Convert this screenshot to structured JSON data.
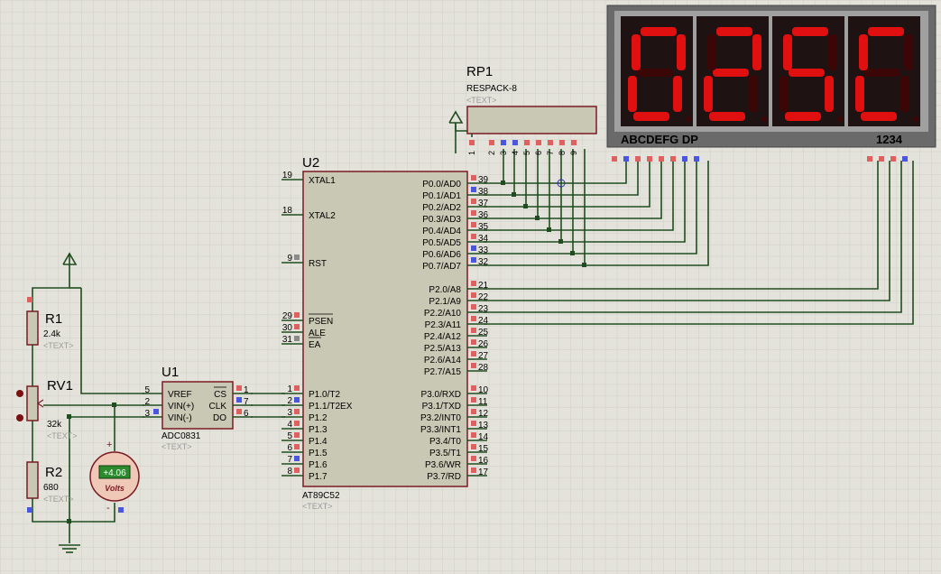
{
  "colors": {
    "background": "#e4e3db",
    "grid": "#cfcec5",
    "wire": "#1f4d1f",
    "body": "#c9c8b4",
    "body_stroke": "#7a1a22",
    "pin_red": "#e06060",
    "pin_blue": "#4a55e0",
    "segment_on": "#e01010",
    "segment_off": "#3a0606",
    "display_bg": "#1e1212",
    "display_frame": "#a0a0a0",
    "meter_face": "#f0c8b8",
    "meter_screen": "#2e8a2e"
  },
  "hint_text": "<TEXT>",
  "display": {
    "digits": [
      "0",
      "2",
      "5",
      "C"
    ],
    "seg_label": "ABCDEFG  DP",
    "digit_label": "1234"
  },
  "rp1": {
    "ref": "RP1",
    "value": "RESPACK-8",
    "pins": [
      "1",
      "2",
      "3",
      "4",
      "5",
      "6",
      "7",
      "8",
      "9"
    ]
  },
  "u2": {
    "ref": "U2",
    "part": "AT89C52",
    "left_pins": [
      {
        "num": "19",
        "name": "XTAL1"
      },
      {
        "num": "18",
        "name": "XTAL2"
      },
      {
        "num": "9",
        "name": "RST"
      },
      {
        "num": "29",
        "name": "PSEN"
      },
      {
        "num": "30",
        "name": "ALE"
      },
      {
        "num": "31",
        "name": "EA"
      },
      {
        "num": "1",
        "name": "P1.0/T2"
      },
      {
        "num": "2",
        "name": "P1.1/T2EX"
      },
      {
        "num": "3",
        "name": "P1.2"
      },
      {
        "num": "4",
        "name": "P1.3"
      },
      {
        "num": "5",
        "name": "P1.4"
      },
      {
        "num": "6",
        "name": "P1.5"
      },
      {
        "num": "7",
        "name": "P1.6"
      },
      {
        "num": "8",
        "name": "P1.7"
      }
    ],
    "right_pins": [
      {
        "num": "39",
        "name": "P0.0/AD0"
      },
      {
        "num": "38",
        "name": "P0.1/AD1"
      },
      {
        "num": "37",
        "name": "P0.2/AD2"
      },
      {
        "num": "36",
        "name": "P0.3/AD3"
      },
      {
        "num": "35",
        "name": "P0.4/AD4"
      },
      {
        "num": "34",
        "name": "P0.5/AD5"
      },
      {
        "num": "33",
        "name": "P0.6/AD6"
      },
      {
        "num": "32",
        "name": "P0.7/AD7"
      },
      {
        "num": "21",
        "name": "P2.0/A8"
      },
      {
        "num": "22",
        "name": "P2.1/A9"
      },
      {
        "num": "23",
        "name": "P2.2/A10"
      },
      {
        "num": "24",
        "name": "P2.3/A11"
      },
      {
        "num": "25",
        "name": "P2.4/A12"
      },
      {
        "num": "26",
        "name": "P2.5/A13"
      },
      {
        "num": "27",
        "name": "P2.6/A14"
      },
      {
        "num": "28",
        "name": "P2.7/A15"
      },
      {
        "num": "10",
        "name": "P3.0/RXD"
      },
      {
        "num": "11",
        "name": "P3.1/TXD"
      },
      {
        "num": "12",
        "name": "P3.2/INT0"
      },
      {
        "num": "13",
        "name": "P3.3/INT1"
      },
      {
        "num": "14",
        "name": "P3.4/T0"
      },
      {
        "num": "15",
        "name": "P3.5/T1"
      },
      {
        "num": "16",
        "name": "P3.6/WR"
      },
      {
        "num": "17",
        "name": "P3.7/RD"
      }
    ]
  },
  "u1": {
    "ref": "U1",
    "part": "ADC0831",
    "left_pins": [
      {
        "num": "5",
        "name": "VREF"
      },
      {
        "num": "2",
        "name": "VIN(+)"
      },
      {
        "num": "3",
        "name": "VIN(-)"
      }
    ],
    "right_pins": [
      {
        "num": "1",
        "name": "CS"
      },
      {
        "num": "7",
        "name": "CLK"
      },
      {
        "num": "6",
        "name": "DO"
      }
    ]
  },
  "r1": {
    "ref": "R1",
    "value": "2.4k"
  },
  "rv1": {
    "ref": "RV1",
    "value": "32k"
  },
  "r2": {
    "ref": "R2",
    "value": "680"
  },
  "voltmeter": {
    "reading": "+4.06",
    "unit": "Volts",
    "plus": "+",
    "minus": "-"
  }
}
